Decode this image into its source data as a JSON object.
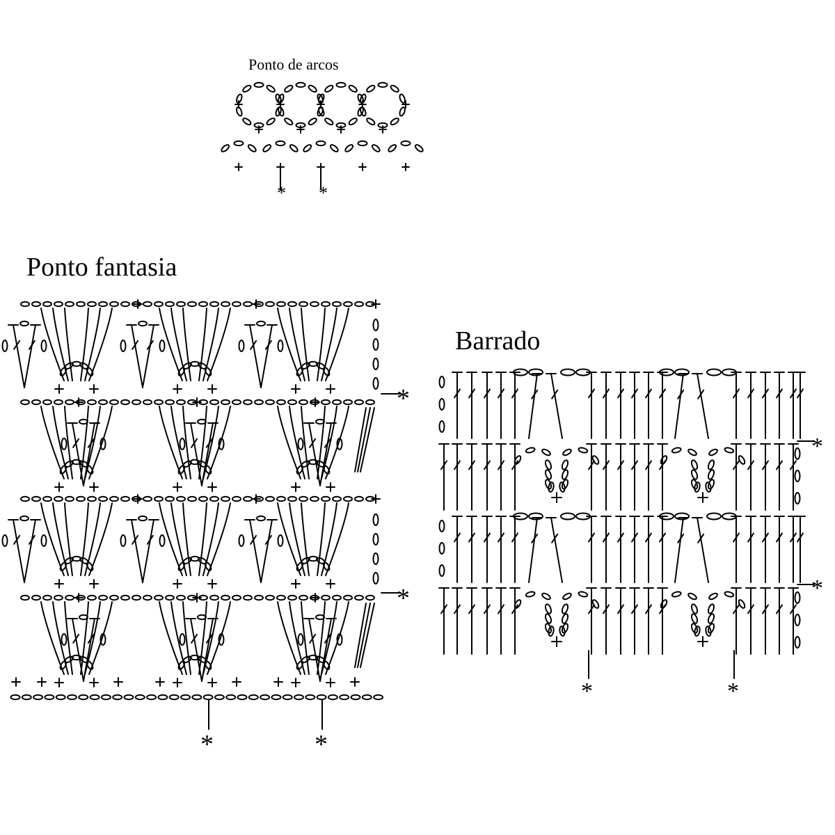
{
  "diagrams": {
    "arcs": {
      "title": "Ponto de arcos",
      "repeat_mark": "*"
    },
    "fancy": {
      "title": "Ponto fantasia",
      "repeat_mark": "*"
    },
    "border": {
      "title": "Barrado",
      "repeat_mark": "*"
    }
  },
  "colors": {
    "ink": "#000000",
    "paper": "#ffffff"
  }
}
